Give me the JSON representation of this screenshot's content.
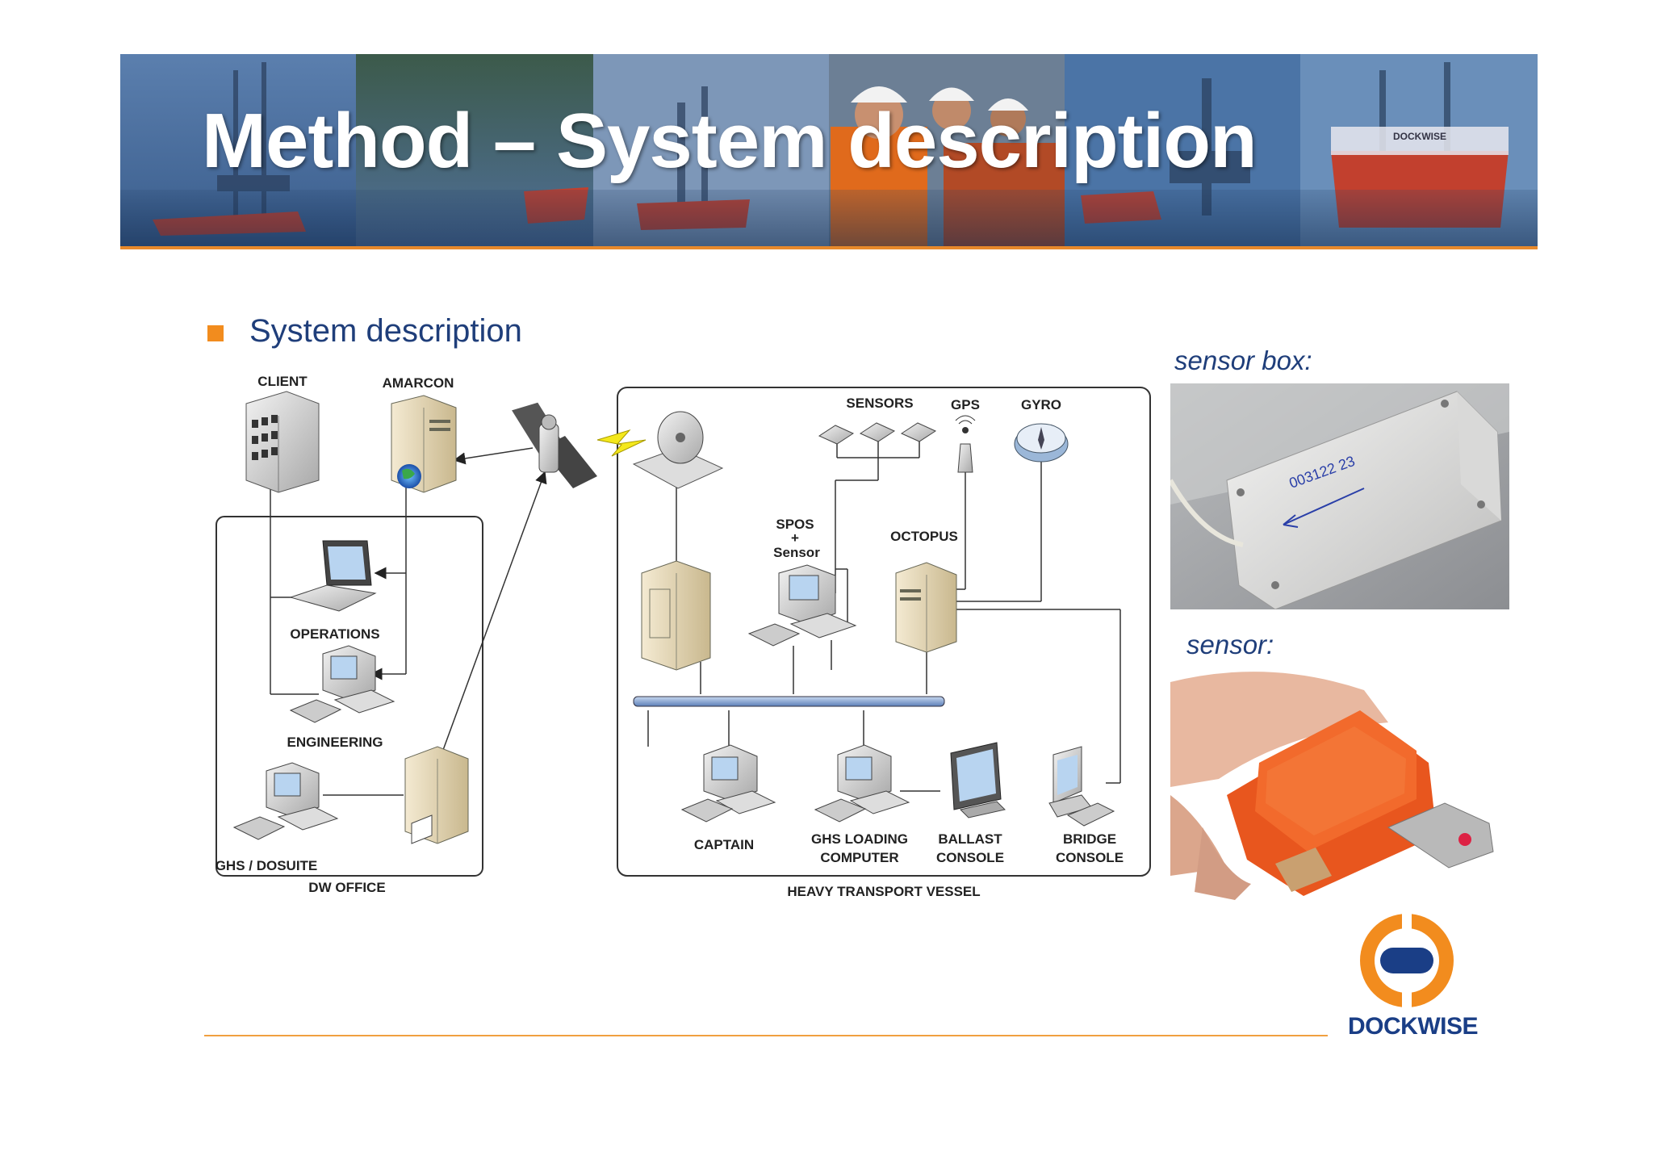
{
  "header": {
    "title": "Method – System description"
  },
  "section": {
    "heading": "System description"
  },
  "diagram": {
    "labels": {
      "client": "CLIENT",
      "amarcon": "AMARCON",
      "sensors": "SENSORS",
      "gps": "GPS",
      "gyro": "GYRO",
      "spos_line1": "SPOS",
      "spos_line2": "+",
      "spos_line3": "Sensor",
      "octopus": "OCTOPUS",
      "operations": "OPERATIONS",
      "engineering": "ENGINEERING",
      "ghs_dosuite": "GHS / DOSUITE",
      "dw_office": "DW OFFICE",
      "captain": "CAPTAIN",
      "ghs_loading_line1": "GHS LOADING",
      "ghs_loading_line2": "COMPUTER",
      "ballast_line1": "BALLAST",
      "ballast_line2": "CONSOLE",
      "bridge_line1": "BRIDGE",
      "bridge_line2": "CONSOLE",
      "heavy_transport_vessel": "HEAVY TRANSPORT VESSEL"
    }
  },
  "photos": {
    "sensor_box_label": "sensor box:",
    "sensor_label": "sensor:",
    "sensor_box_marking": "003122 23"
  },
  "brand": {
    "name": "DOCKWISE",
    "ship_marking": "DOCKWISE"
  },
  "colors": {
    "accent_orange": "#f28c1e",
    "title_blue": "#1f3e7a",
    "brand_blue": "#1a3e86",
    "sensor_orange": "#e8561e"
  }
}
